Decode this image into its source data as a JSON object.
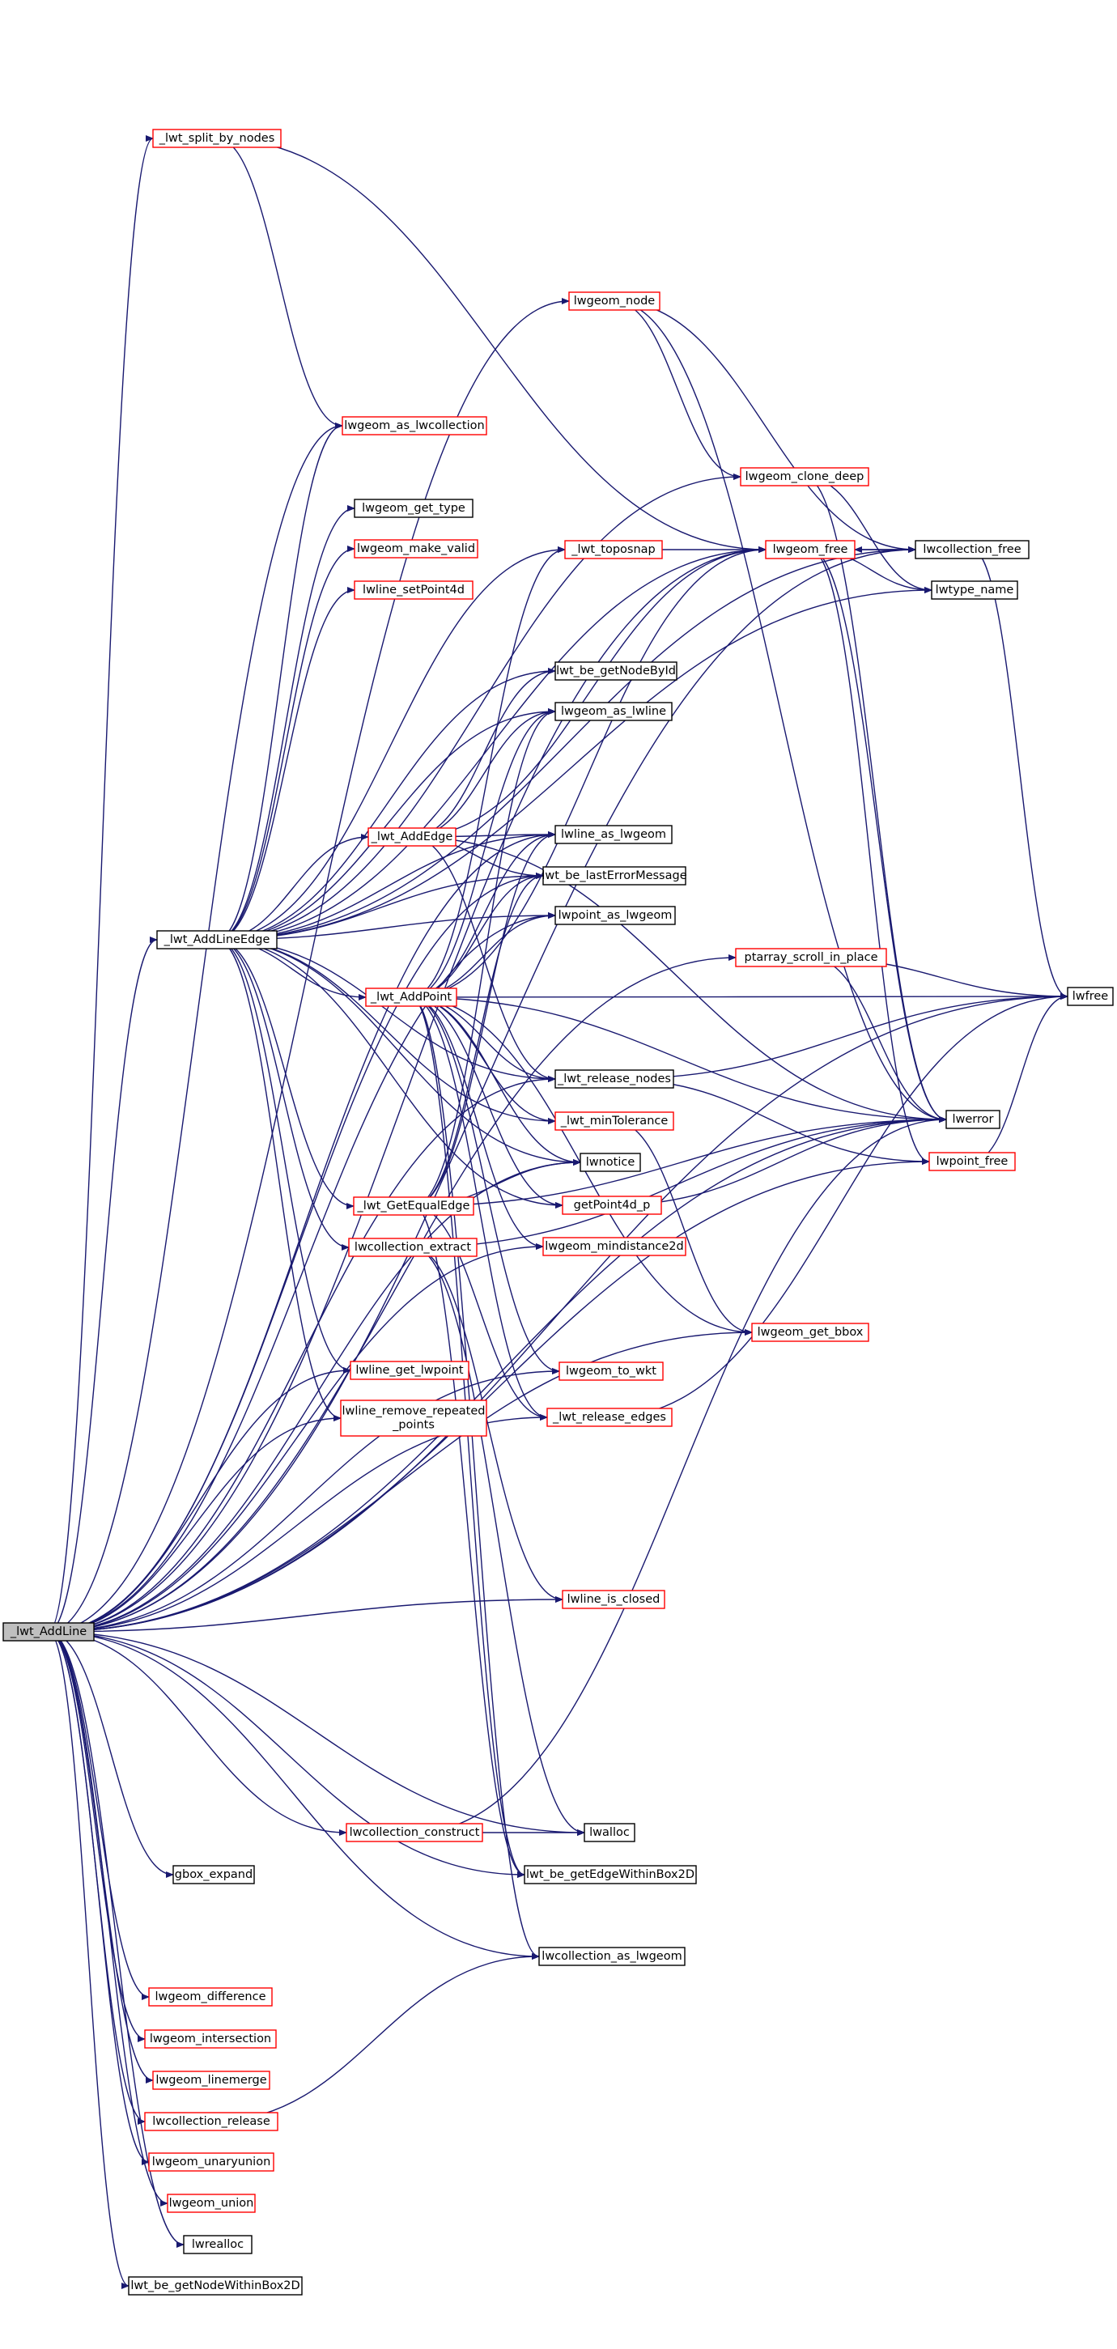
{
  "colors": {
    "edge": "#191970",
    "box_default": "#000000",
    "box_highlight": "#ff0000",
    "root_fill": "#bfbfbf",
    "background": "#ffffff"
  },
  "nodes": [
    {
      "id": "root",
      "label": "_lwt_AddLine",
      "style": "root"
    },
    {
      "id": "addlineedge",
      "label": "_lwt_AddLineEdge",
      "style": "default"
    },
    {
      "id": "split",
      "label": "_lwt_split_by_nodes",
      "style": "red"
    },
    {
      "id": "node",
      "label": "lwgeom_node",
      "style": "red"
    },
    {
      "id": "aslwcoll",
      "label": "lwgeom_as_lwcollection",
      "style": "red"
    },
    {
      "id": "gettype",
      "label": "lwgeom_get_type",
      "style": "default"
    },
    {
      "id": "makevalid",
      "label": "lwgeom_make_valid",
      "style": "red"
    },
    {
      "id": "setpoint4d",
      "label": "lwline_setPoint4d",
      "style": "red"
    },
    {
      "id": "clonedeep",
      "label": "lwgeom_clone_deep",
      "style": "red"
    },
    {
      "id": "toposnap",
      "label": "_lwt_toposnap",
      "style": "red"
    },
    {
      "id": "lwgeomfree",
      "label": "lwgeom_free",
      "style": "red"
    },
    {
      "id": "collfree",
      "label": "lwcollection_free",
      "style": "default"
    },
    {
      "id": "typename",
      "label": "lwtype_name",
      "style": "default"
    },
    {
      "id": "getnodebyid",
      "label": "lwt_be_getNodeById",
      "style": "default"
    },
    {
      "id": "aslwline",
      "label": "lwgeom_as_lwline",
      "style": "default"
    },
    {
      "id": "addedge",
      "label": "_lwt_AddEdge",
      "style": "red"
    },
    {
      "id": "lineaslwgeom",
      "label": "lwline_as_lwgeom",
      "style": "default"
    },
    {
      "id": "lasterror",
      "label": "lwt_be_lastErrorMessage",
      "style": "default"
    },
    {
      "id": "pointaslwgeom",
      "label": "lwpoint_as_lwgeom",
      "style": "default"
    },
    {
      "id": "scroll",
      "label": "ptarray_scroll_in_place",
      "style": "red"
    },
    {
      "id": "lwfree",
      "label": "lwfree",
      "style": "default"
    },
    {
      "id": "addpoint",
      "label": "_lwt_AddPoint",
      "style": "red"
    },
    {
      "id": "releasenodes",
      "label": "_lwt_release_nodes",
      "style": "default"
    },
    {
      "id": "lwerror",
      "label": "lwerror",
      "style": "default"
    },
    {
      "id": "mintol",
      "label": "_lwt_minTolerance",
      "style": "red"
    },
    {
      "id": "pointfree",
      "label": "lwpoint_free",
      "style": "red"
    },
    {
      "id": "lwnotice",
      "label": "lwnotice",
      "style": "default"
    },
    {
      "id": "getequaledge",
      "label": "_lwt_GetEqualEdge",
      "style": "red"
    },
    {
      "id": "getpoint4d",
      "label": "getPoint4d_p",
      "style": "red"
    },
    {
      "id": "collextract",
      "label": "lwcollection_extract",
      "style": "red"
    },
    {
      "id": "mindist",
      "label": "lwgeom_mindistance2d",
      "style": "red"
    },
    {
      "id": "getbbox",
      "label": "lwgeom_get_bbox",
      "style": "red"
    },
    {
      "id": "getlwpoint",
      "label": "lwline_get_lwpoint",
      "style": "red"
    },
    {
      "id": "towkt",
      "label": "lwgeom_to_wkt",
      "style": "red"
    },
    {
      "id": "removerep",
      "label": "lwline_remove_repeated\n_points",
      "style": "red"
    },
    {
      "id": "releaseedges",
      "label": "_lwt_release_edges",
      "style": "red"
    },
    {
      "id": "isclosed",
      "label": "lwline_is_closed",
      "style": "red"
    },
    {
      "id": "collconstruct",
      "label": "lwcollection_construct",
      "style": "red"
    },
    {
      "id": "lwalloc",
      "label": "lwalloc",
      "style": "default"
    },
    {
      "id": "gboxexpand",
      "label": "gbox_expand",
      "style": "default"
    },
    {
      "id": "edgewithinbox",
      "label": "lwt_be_getEdgeWithinBox2D",
      "style": "default"
    },
    {
      "id": "collaslwgeom",
      "label": "lwcollection_as_lwgeom",
      "style": "default"
    },
    {
      "id": "difference",
      "label": "lwgeom_difference",
      "style": "red"
    },
    {
      "id": "intersection",
      "label": "lwgeom_intersection",
      "style": "red"
    },
    {
      "id": "linemerge",
      "label": "lwgeom_linemerge",
      "style": "red"
    },
    {
      "id": "collrelease",
      "label": "lwcollection_release",
      "style": "red"
    },
    {
      "id": "unaryunion",
      "label": "lwgeom_unaryunion",
      "style": "red"
    },
    {
      "id": "union",
      "label": "lwgeom_union",
      "style": "red"
    },
    {
      "id": "lwrealloc",
      "label": "lwrealloc",
      "style": "default"
    },
    {
      "id": "nodewithinbox",
      "label": "lwt_be_getNodeWithinBox2D",
      "style": "default"
    }
  ],
  "edges": [
    [
      "root",
      "addlineedge"
    ],
    [
      "root",
      "split"
    ],
    [
      "root",
      "node"
    ],
    [
      "root",
      "aslwcoll"
    ],
    [
      "root",
      "lwgeomfree"
    ],
    [
      "root",
      "collfree"
    ],
    [
      "root",
      "getbbox"
    ],
    [
      "root",
      "getlwpoint"
    ],
    [
      "root",
      "removerep"
    ],
    [
      "root",
      "towkt"
    ],
    [
      "root",
      "releaseedges"
    ],
    [
      "root",
      "isclosed"
    ],
    [
      "root",
      "collconstruct"
    ],
    [
      "root",
      "lwalloc"
    ],
    [
      "root",
      "gboxexpand"
    ],
    [
      "root",
      "edgewithinbox"
    ],
    [
      "root",
      "collaslwgeom"
    ],
    [
      "root",
      "difference"
    ],
    [
      "root",
      "intersection"
    ],
    [
      "root",
      "linemerge"
    ],
    [
      "root",
      "collrelease"
    ],
    [
      "root",
      "unaryunion"
    ],
    [
      "root",
      "union"
    ],
    [
      "root",
      "lwrealloc"
    ],
    [
      "root",
      "nodewithinbox"
    ],
    [
      "root",
      "lwfree"
    ],
    [
      "root",
      "lwerror"
    ],
    [
      "root",
      "lwnotice"
    ],
    [
      "root",
      "lineaslwgeom"
    ],
    [
      "root",
      "lasterror"
    ],
    [
      "root",
      "pointaslwgeom"
    ],
    [
      "root",
      "releasenodes"
    ],
    [
      "root",
      "pointfree"
    ],
    [
      "root",
      "scroll"
    ],
    [
      "root",
      "mindist"
    ],
    [
      "addlineedge",
      "aslwcoll"
    ],
    [
      "addlineedge",
      "gettype"
    ],
    [
      "addlineedge",
      "makevalid"
    ],
    [
      "addlineedge",
      "setpoint4d"
    ],
    [
      "addlineedge",
      "toposnap"
    ],
    [
      "addlineedge",
      "lwgeomfree"
    ],
    [
      "addlineedge",
      "clonedeep"
    ],
    [
      "addlineedge",
      "getnodebyid"
    ],
    [
      "addlineedge",
      "aslwline"
    ],
    [
      "addlineedge",
      "addedge"
    ],
    [
      "addlineedge",
      "lineaslwgeom"
    ],
    [
      "addlineedge",
      "lasterror"
    ],
    [
      "addlineedge",
      "pointaslwgeom"
    ],
    [
      "addlineedge",
      "addpoint"
    ],
    [
      "addlineedge",
      "releasenodes"
    ],
    [
      "addlineedge",
      "mintol"
    ],
    [
      "addlineedge",
      "lwnotice"
    ],
    [
      "addlineedge",
      "getequaledge"
    ],
    [
      "addlineedge",
      "getpoint4d"
    ],
    [
      "addlineedge",
      "collextract"
    ],
    [
      "addlineedge",
      "getlwpoint"
    ],
    [
      "addlineedge",
      "removerep"
    ],
    [
      "addlineedge",
      "typename"
    ],
    [
      "addlineedge",
      "collfree"
    ],
    [
      "split",
      "aslwcoll"
    ],
    [
      "split",
      "lwgeomfree"
    ],
    [
      "node",
      "clonedeep"
    ],
    [
      "node",
      "collfree"
    ],
    [
      "node",
      "lwerror"
    ],
    [
      "clonedeep",
      "typename"
    ],
    [
      "clonedeep",
      "lwerror"
    ],
    [
      "toposnap",
      "lwgeomfree"
    ],
    [
      "lwgeomfree",
      "collfree"
    ],
    [
      "lwgeomfree",
      "typename"
    ],
    [
      "lwgeomfree",
      "lwerror"
    ],
    [
      "lwgeomfree",
      "pointfree"
    ],
    [
      "collfree",
      "lwgeomfree"
    ],
    [
      "collfree",
      "lwfree"
    ],
    [
      "addedge",
      "getnodebyid"
    ],
    [
      "addedge",
      "aslwline"
    ],
    [
      "addedge",
      "lineaslwgeom"
    ],
    [
      "addedge",
      "lasterror"
    ],
    [
      "addedge",
      "releasenodes"
    ],
    [
      "addedge",
      "lwerror"
    ],
    [
      "addedge",
      "lwgeomfree"
    ],
    [
      "scroll",
      "lwerror"
    ],
    [
      "scroll",
      "lwfree"
    ],
    [
      "addpoint",
      "toposnap"
    ],
    [
      "addpoint",
      "lwgeomfree"
    ],
    [
      "addpoint",
      "lasterror"
    ],
    [
      "addpoint",
      "releasenodes"
    ],
    [
      "addpoint",
      "lwerror"
    ],
    [
      "addpoint",
      "mintol"
    ],
    [
      "addpoint",
      "lwnotice"
    ],
    [
      "addpoint",
      "getpoint4d"
    ],
    [
      "addpoint",
      "mindist"
    ],
    [
      "addpoint",
      "getbbox"
    ],
    [
      "addpoint",
      "towkt"
    ],
    [
      "addpoint",
      "releaseedges"
    ],
    [
      "addpoint",
      "lwfree"
    ],
    [
      "addpoint",
      "pointaslwgeom"
    ],
    [
      "addpoint",
      "edgewithinbox"
    ],
    [
      "addpoint",
      "collaslwgeom"
    ],
    [
      "addpoint",
      "lineaslwgeom"
    ],
    [
      "addpoint",
      "aslwline"
    ],
    [
      "releasenodes",
      "lwfree"
    ],
    [
      "releasenodes",
      "pointfree"
    ],
    [
      "mintol",
      "getbbox"
    ],
    [
      "pointfree",
      "lwfree"
    ],
    [
      "getpoint4d",
      "lwerror"
    ],
    [
      "getequaledge",
      "lasterror"
    ],
    [
      "getequaledge",
      "releaseedges"
    ],
    [
      "getequaledge",
      "lwerror"
    ],
    [
      "getequaledge",
      "lwnotice"
    ],
    [
      "getequaledge",
      "lineaslwgeom"
    ],
    [
      "getequaledge",
      "aslwline"
    ],
    [
      "getequaledge",
      "edgewithinbox"
    ],
    [
      "collextract",
      "isclosed"
    ],
    [
      "collextract",
      "lwalloc"
    ],
    [
      "collextract",
      "lwerror"
    ],
    [
      "releaseedges",
      "lwfree"
    ],
    [
      "collconstruct",
      "lwalloc"
    ],
    [
      "collconstruct",
      "lwerror"
    ],
    [
      "collrelease",
      "collaslwgeom"
    ]
  ]
}
